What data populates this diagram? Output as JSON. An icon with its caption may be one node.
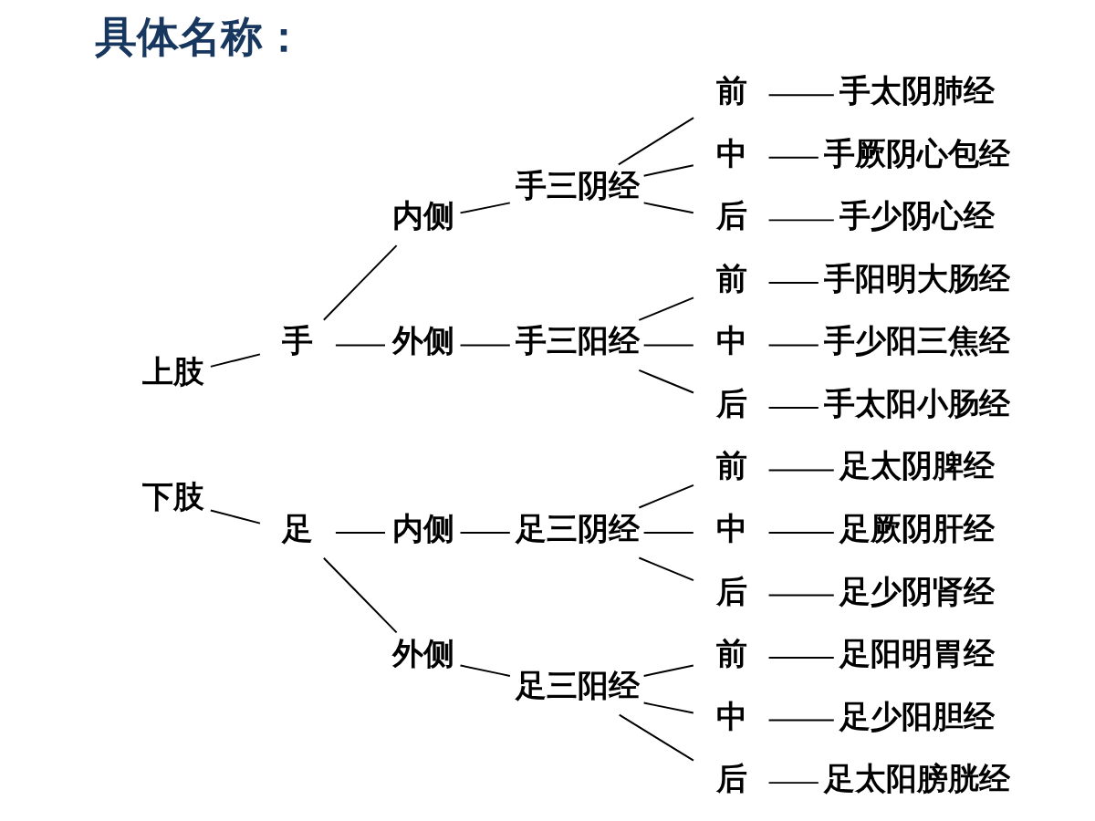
{
  "diagram": {
    "title": "具体名称：",
    "nodes": [
      {
        "text": [
          "上肢"
        ]
      },
      {
        "text": [
          "手"
        ]
      },
      {
        "text": [
          "内侧"
        ]
      },
      {
        "text": [
          "手三阴经"
        ]
      },
      {
        "text": [
          "前"
        ]
      },
      {
        "text": [
          "手太阴肺经"
        ]
      },
      {
        "text": [
          "中"
        ]
      },
      {
        "text": [
          "手厥阴心包经"
        ]
      },
      {
        "text": [
          "后"
        ]
      },
      {
        "text": [
          "手少阴心经"
        ]
      },
      {
        "text": [
          "外侧"
        ]
      },
      {
        "text": [
          "手三阳经"
        ]
      },
      {
        "text": [
          "前"
        ]
      },
      {
        "text": [
          "手阳明大肠经"
        ]
      },
      {
        "text": [
          "中"
        ]
      },
      {
        "text": [
          "手少阳三焦经"
        ]
      },
      {
        "text": [
          "后"
        ]
      },
      {
        "text": [
          "手太阳小肠经"
        ]
      },
      {
        "text": [
          "下肢"
        ]
      },
      {
        "text": [
          "足"
        ]
      },
      {
        "text": [
          "内侧"
        ]
      },
      {
        "text": [
          "足三阴经"
        ]
      },
      {
        "text": [
          "前"
        ]
      },
      {
        "text": [
          "足太阴脾经"
        ]
      },
      {
        "text": [
          "中"
        ]
      },
      {
        "text": [
          "足厥阴肝经"
        ]
      },
      {
        "text": [
          "后"
        ]
      },
      {
        "text": [
          "足少阴肾经"
        ]
      },
      {
        "text": [
          "外侧"
        ]
      },
      {
        "text": [
          "足三阳经"
        ]
      },
      {
        "text": [
          "前"
        ]
      },
      {
        "text": [
          "足阳明胃经"
        ]
      },
      {
        "text": [
          "中"
        ]
      },
      {
        "text": [
          "足少阳胆经"
        ]
      },
      {
        "text": [
          "后"
        ]
      },
      {
        "text": [
          "足太阳膀胱经"
        ]
      }
    ],
    "edges": [
      {
        "from": 0,
        "to": 1,
        "arrow": "none"
      },
      {
        "from": 1,
        "to": 2,
        "arrow": "none"
      },
      {
        "from": 1,
        "to": 10,
        "arrow": "none"
      },
      {
        "from": 2,
        "to": 3,
        "arrow": "none"
      },
      {
        "from": 3,
        "to": 4,
        "arrow": "none"
      },
      {
        "from": 3,
        "to": 6,
        "arrow": "none"
      },
      {
        "from": 3,
        "to": 8,
        "arrow": "none"
      },
      {
        "from": 4,
        "to": 5,
        "arrow": "none"
      },
      {
        "from": 6,
        "to": 7,
        "arrow": "none"
      },
      {
        "from": 8,
        "to": 9,
        "arrow": "none"
      },
      {
        "from": 10,
        "to": 11,
        "arrow": "none"
      },
      {
        "from": 11,
        "to": 12,
        "arrow": "none"
      },
      {
        "from": 11,
        "to": 14,
        "arrow": "none"
      },
      {
        "from": 11,
        "to": 16,
        "arrow": "none"
      },
      {
        "from": 12,
        "to": 13,
        "arrow": "none"
      },
      {
        "from": 14,
        "to": 15,
        "arrow": "none"
      },
      {
        "from": 16,
        "to": 17,
        "arrow": "none"
      },
      {
        "from": 18,
        "to": 19,
        "arrow": "none"
      },
      {
        "from": 19,
        "to": 20,
        "arrow": "none"
      },
      {
        "from": 19,
        "to": 28,
        "arrow": "none"
      },
      {
        "from": 20,
        "to": 21,
        "arrow": "none"
      },
      {
        "from": 21,
        "to": 22,
        "arrow": "none"
      },
      {
        "from": 21,
        "to": 24,
        "arrow": "none"
      },
      {
        "from": 21,
        "to": 26,
        "arrow": "none"
      },
      {
        "from": 22,
        "to": 23,
        "arrow": "none"
      },
      {
        "from": 24,
        "to": 25,
        "arrow": "none"
      },
      {
        "from": 26,
        "to": 27,
        "arrow": "none"
      },
      {
        "from": 28,
        "to": 29,
        "arrow": "none"
      },
      {
        "from": 29,
        "to": 30,
        "arrow": "none"
      },
      {
        "from": 29,
        "to": 32,
        "arrow": "none"
      },
      {
        "from": 29,
        "to": 34,
        "arrow": "none"
      },
      {
        "from": 30,
        "to": 31,
        "arrow": "none"
      },
      {
        "from": 32,
        "to": 33,
        "arrow": "none"
      },
      {
        "from": 34,
        "to": 35,
        "arrow": "none"
      }
    ]
  }
}
